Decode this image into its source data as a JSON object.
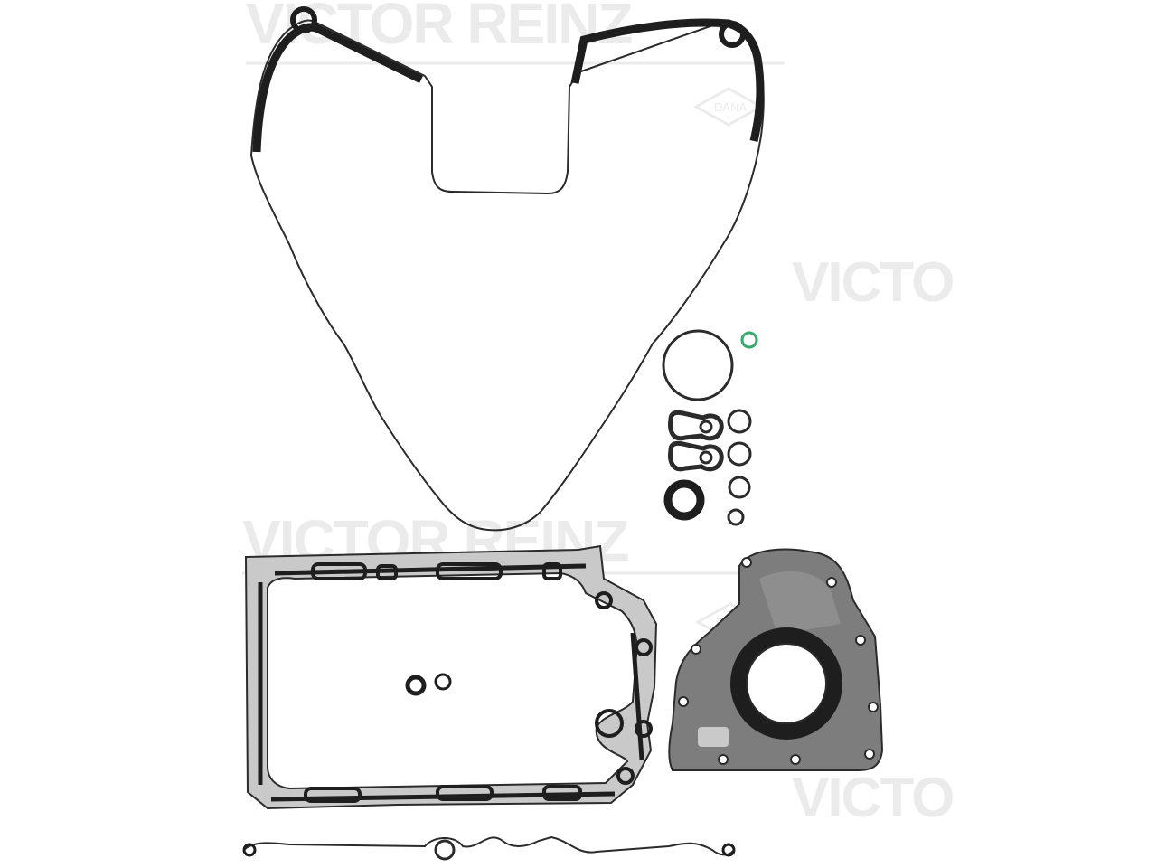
{
  "product_photo": {
    "alt": "Gasket set, crank case",
    "watermark": {
      "brand_text": "VICTOR REINZ",
      "brand_text_partial": "VICTO",
      "logo_text": "DANA",
      "color": "#ebebeb"
    },
    "colors": {
      "background": "#ffffff",
      "gasket_line": "#2b2b2b",
      "gasket_dark": "#1e1e1e",
      "metal_carrier": "#c9c9c9",
      "metal_dark": "#8e8e8e",
      "cover_plate": "#7d7d7d",
      "oring_green": "#3aa86b"
    },
    "parts": [
      {
        "id": "timing-cover-gasket",
        "kind": "rubber profile gasket"
      },
      {
        "id": "oil-pan-gasket",
        "kind": "metal carrier gasket"
      },
      {
        "id": "crankshaft-seal-cover",
        "kind": "seal flange with shaft seal"
      },
      {
        "id": "sealing-strip",
        "kind": "profile strip"
      },
      {
        "id": "o-ring-set",
        "kind": "o-rings and seal rings"
      }
    ]
  }
}
